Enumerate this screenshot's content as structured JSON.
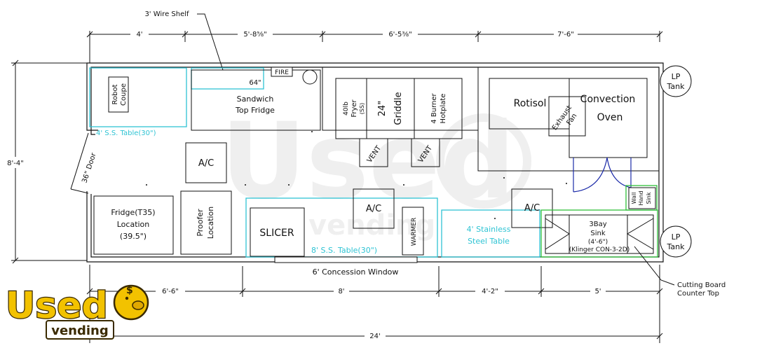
{
  "dimensions": {
    "top": [
      "4'",
      "5'-8⅝\"",
      "6'-5⅜\"",
      "7'-6\""
    ],
    "bottom": [
      "6'-6\"",
      "8'",
      "4'-2\"",
      "5'"
    ],
    "overall_length": "24'",
    "height": "8'-4\""
  },
  "callouts": {
    "wire_shelf": "3' Wire Shelf",
    "cutting_board_1": "Cutting Board",
    "cutting_board_2": "Counter Top"
  },
  "labels": {
    "robot_coupe_1": "Robot",
    "robot_coupe_2": "Coupe",
    "shelf_64": "64\"",
    "fire": "FIRE",
    "sandwich_1": "Sandwich",
    "sandwich_2": "Top Fridge",
    "ss_table_30": "4' S.S. Table(30\")",
    "door": "36\" Door",
    "ac": "A/C",
    "fryer_1": "40lb",
    "fryer_2": "Fryer",
    "fryer_3": "(SS)",
    "griddle_1": "24\"",
    "griddle_2": "Griddle",
    "burner_1": "4 Burner",
    "burner_2": "Hotplate",
    "vent": "VENT",
    "rotisol": "Rotisol",
    "convection_1": "Convection",
    "convection_2": "Oven",
    "exhaust_1": "Exhaust",
    "exhaust_2": "Fan",
    "lp_1": "LP",
    "lp_2": "Tank",
    "fridge_1": "Fridge(T35)",
    "fridge_2": "Location",
    "fridge_3": "(39.5\")",
    "proofer_1": "Proofer",
    "proofer_2": "Location",
    "slicer": "SLICER",
    "warmer": "WARMER",
    "ss_table_8": "8' S.S. Table(30\")",
    "stainless_1": "4' Stainless",
    "stainless_2": "Steel Table",
    "sink_1": "3Bay",
    "sink_2": "Sink",
    "sink_3": "(4'-6\")",
    "sink_4": "(Klinger CON-3-2D)",
    "wall_1": "Wall",
    "wall_2": "Hand",
    "wall_3": "Sink",
    "window": "6' Concession Window"
  },
  "watermark": {
    "word": "Used",
    "sub": "vending"
  },
  "logo": {
    "word": "Used",
    "sub": "vending"
  },
  "colors": {
    "line": "#111111",
    "cyan": "#2fc4d4",
    "green": "#2fbf3a",
    "blue": "#1b2aa8",
    "logo_yellow": "#f2c200"
  }
}
